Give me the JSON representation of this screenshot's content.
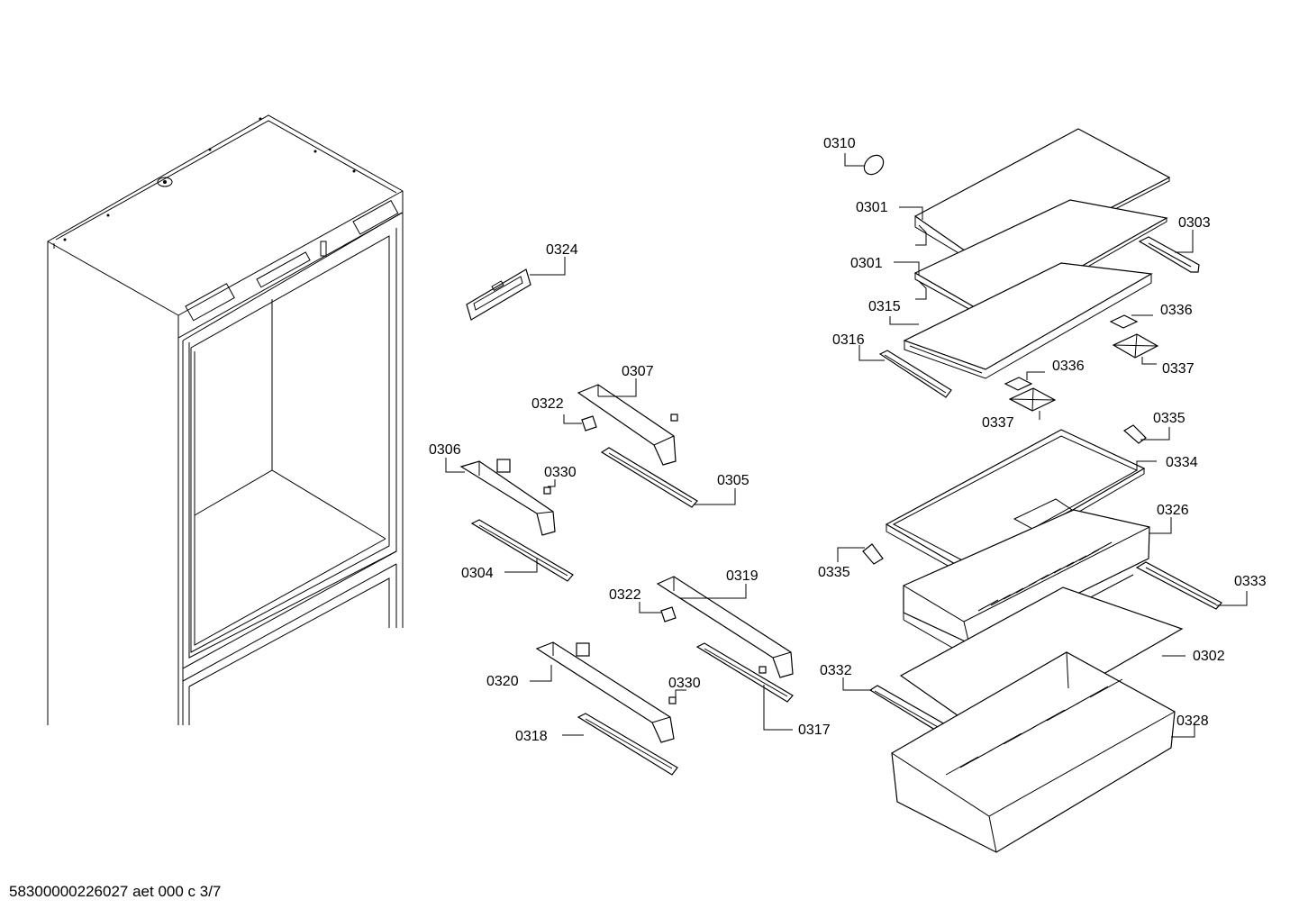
{
  "footer": "58300000226027 aet 000 c 3/7",
  "callouts": {
    "c0310": "0310",
    "c0301a": "0301",
    "c0301b": "0301",
    "c0303": "0303",
    "c0315": "0315",
    "c0336a": "0336",
    "c0316": "0316",
    "c0336b": "0336",
    "c0337a": "0337",
    "c0337b": "0337",
    "c0335a": "0335",
    "c0334": "0334",
    "c0326": "0326",
    "c0335b": "0335",
    "c0333": "0333",
    "c0302": "0302",
    "c0332": "0332",
    "c0328": "0328",
    "c0324": "0324",
    "c0307": "0307",
    "c0322a": "0322",
    "c0306": "0306",
    "c0330a": "0330",
    "c0305": "0305",
    "c0304": "0304",
    "c0319": "0319",
    "c0322b": "0322",
    "c0320": "0320",
    "c0330b": "0330",
    "c0317": "0317",
    "c0318": "0318"
  }
}
